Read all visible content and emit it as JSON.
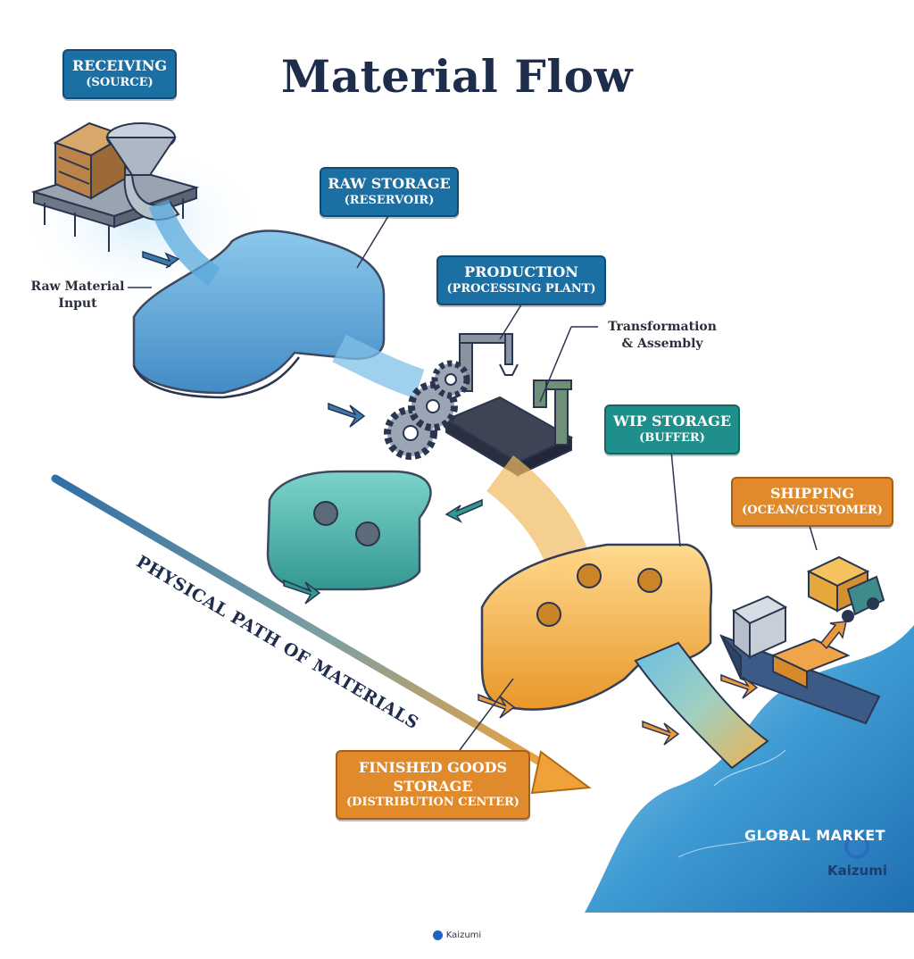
{
  "title": "Material Flow",
  "stages": {
    "receiving": {
      "line1": "RECEIVING",
      "line2": "(SOURCE)"
    },
    "raw_storage": {
      "line1": "RAW STORAGE",
      "line2": "(RESERVOIR)"
    },
    "production": {
      "line1": "PRODUCTION",
      "line2": "(PROCESSING PLANT)"
    },
    "wip_storage": {
      "line1": "WIP STORAGE",
      "line2": "(BUFFER)"
    },
    "shipping": {
      "line1": "SHIPPING",
      "line2": "(OCEAN/CUSTOMER)"
    },
    "finished_goods": {
      "line1": "FINISHED GOODS",
      "line2": "STORAGE",
      "line3": "(DISTRIBUTION CENTER)"
    }
  },
  "notes": {
    "raw_material_input": {
      "line1": "Raw Material",
      "line2": "Input"
    },
    "transformation": {
      "line1": "Transformation",
      "line2": "& Assembly"
    },
    "physical_path": "PHYSICAL PATH OF MATERIALS",
    "global_market": "GLOBAL MARKET"
  },
  "brand": {
    "watermark": "Kaizumi",
    "footer": "Kaizumi"
  },
  "colors": {
    "blue_label": "#1c6fa3",
    "teal_label": "#1f8f8c",
    "orange_label": "#e08a2c",
    "title": "#1f2d4d",
    "ocean": "#3a95cf"
  }
}
